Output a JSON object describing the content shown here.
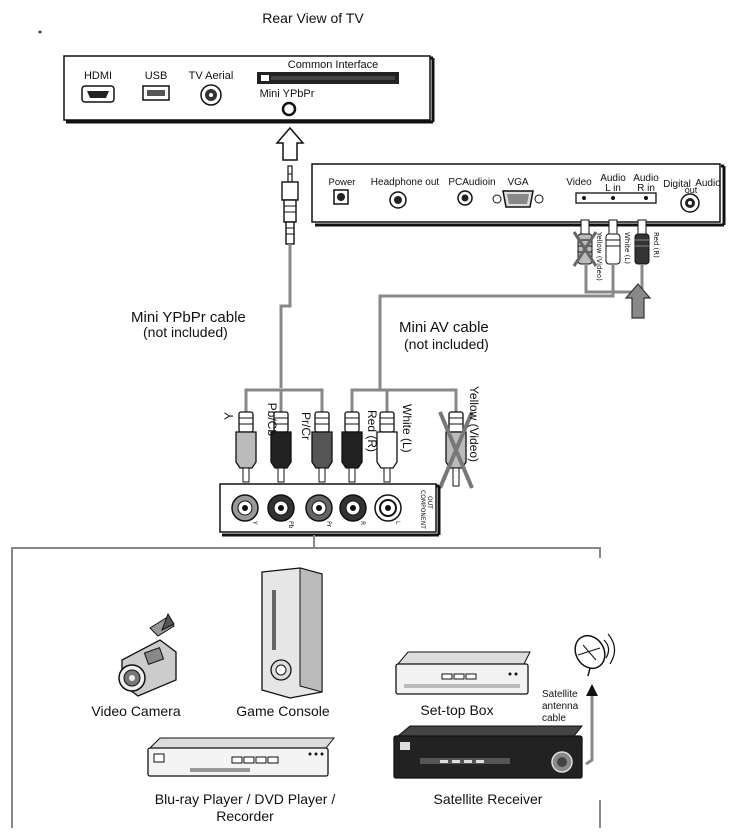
{
  "title": "Rear View of TV",
  "tv_top_panel": {
    "hdmi": "HDMI",
    "usb": "USB",
    "tv_aerial": "TV Aerial",
    "common_interface": "Common Interface",
    "mini_ypbpr": "Mini YPbPr"
  },
  "tv_side_panel": {
    "power": "Power",
    "headphone_out": "Headphone out",
    "pc_audio_in": "PCAudioin",
    "vga": "VGA",
    "video": "Video",
    "audio_l_in_1": "Audio",
    "audio_l_in_2": "L in",
    "audio_r_in_1": "Audio",
    "audio_r_in_2": "R in",
    "digital_audio_1": "Digital",
    "digital_audio_2": "Audio",
    "digital_audio_3": "out"
  },
  "side_plug_labels": {
    "yellow_video": "Yellow (Video)",
    "white_l": "White (L)",
    "red_r": "Red (R)"
  },
  "cables": {
    "ypbpr_line1": "Mini YPbPr cable",
    "ypbpr_line2": "(not included)",
    "av_line1": "Mini AV cable",
    "av_line2": "(not included)"
  },
  "plug_labels": {
    "y": "Y",
    "pb_cb": "Pb/Cb",
    "pr_cr": "Pr/Cr",
    "red_r": "Red (R)",
    "white_l": "White (L)",
    "yellow_video": "Yellow (Video)"
  },
  "component_out": {
    "label_1": "COMPONENT",
    "label_2": "OUT",
    "jacks": [
      "Y",
      "Pb",
      "Pr",
      "R",
      "L"
    ]
  },
  "devices": {
    "video_camera": "Video Camera",
    "game_console": "Game Console",
    "set_top_box": "Set-top Box",
    "satellite_antenna_1": "Satellite",
    "satellite_antenna_2": "antenna",
    "satellite_antenna_3": "cable",
    "bluray_1": "Blu-ray Player / DVD Player /",
    "bluray_2": "Recorder",
    "satellite_receiver": "Satellite Receiver"
  }
}
